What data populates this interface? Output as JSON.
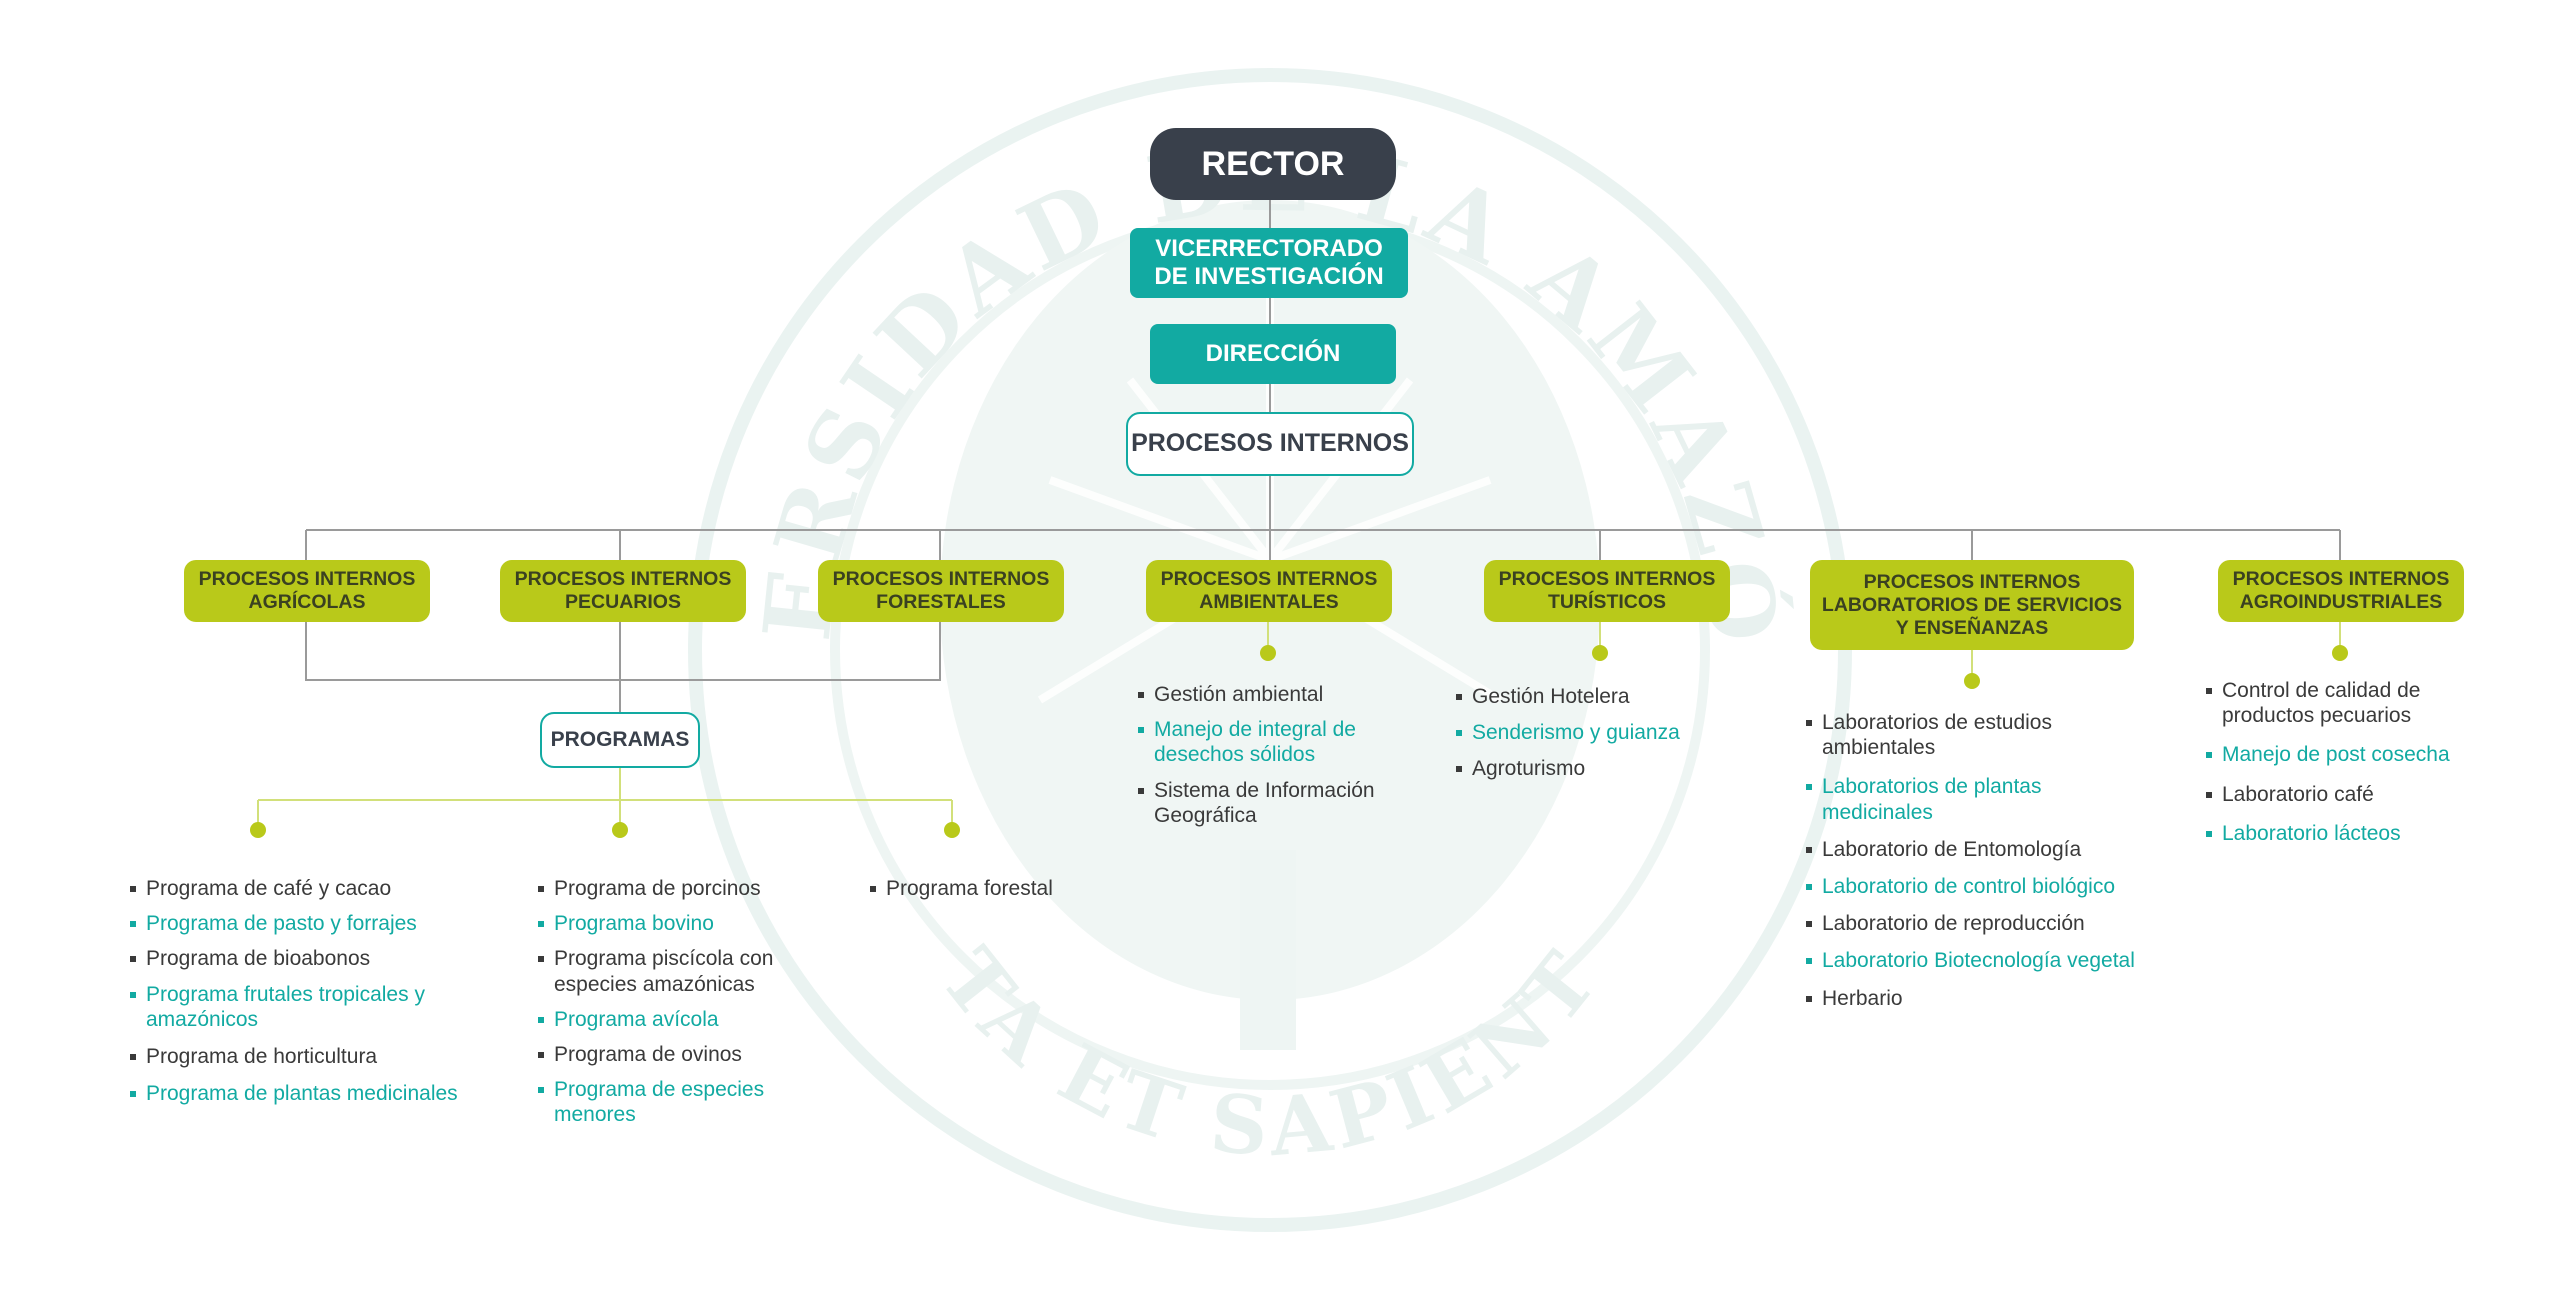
{
  "watermark": {
    "top_text": "UNIVERSIDAD DE LA AMAZÓNICA",
    "bottom_text": "VITA ET SAPIENTIA"
  },
  "colors": {
    "dark": "#39404b",
    "teal": "#12aaa2",
    "lime": "#b9c91a",
    "line": "#9a9a9a"
  },
  "top": {
    "rector": "RECTOR",
    "vicerrectorado": [
      "VICERRECTORADO",
      "DE INVESTIGACIÓN"
    ],
    "direccion": "DIRECCIÓN",
    "procesos": "PROCESOS INTERNOS"
  },
  "processes": [
    {
      "lines": [
        "PROCESOS INTERNOS",
        "AGRÍCOLAS"
      ]
    },
    {
      "lines": [
        "PROCESOS INTERNOS",
        "PECUARIOS"
      ]
    },
    {
      "lines": [
        "PROCESOS INTERNOS",
        "FORESTALES"
      ]
    },
    {
      "lines": [
        "PROCESOS INTERNOS",
        "AMBIENTALES"
      ],
      "items": [
        "Gestión ambiental",
        "Manejo de integral de desechos sólidos",
        "Sistema de Información Geográfica"
      ]
    },
    {
      "lines": [
        "PROCESOS INTERNOS",
        "TURÍSTICOS"
      ],
      "items": [
        "Gestión Hotelera",
        "Senderismo y guianza",
        "Agroturismo"
      ]
    },
    {
      "lines": [
        "PROCESOS INTERNOS",
        "LABORATORIOS DE SERVICIOS",
        "Y ENSEÑANZAS"
      ],
      "items": [
        "Laboratorios de estudios ambientales",
        "Laboratorios de plantas medicinales",
        "Laboratorio de Entomología",
        "Laboratorio de control biológico",
        "Laboratorio de reproducción",
        "Laboratorio Biotecnología vegetal",
        "Herbario"
      ]
    },
    {
      "lines": [
        "PROCESOS INTERNOS",
        "AGROINDUSTRIALES"
      ],
      "items": [
        "Control de calidad de productos pecuarios",
        "Manejo de post cosecha",
        "Laboratorio café",
        "Laboratorio lácteos"
      ]
    }
  ],
  "programas": {
    "label": "PROGRAMAS",
    "groups": [
      [
        "Programa de café y cacao",
        "Programa de pasto y forrajes",
        "Programa de bioabonos",
        "Programa frutales tropicales y amazónicos",
        "Programa de horticultura",
        "Programa de plantas medicinales"
      ],
      [
        "Programa de porcinos",
        "Programa bovino",
        "Programa piscícola con especies amazónicas",
        "Programa avícola",
        "Programa de ovinos",
        "Programa de especies menores"
      ],
      [
        "Programa forestal"
      ]
    ]
  }
}
